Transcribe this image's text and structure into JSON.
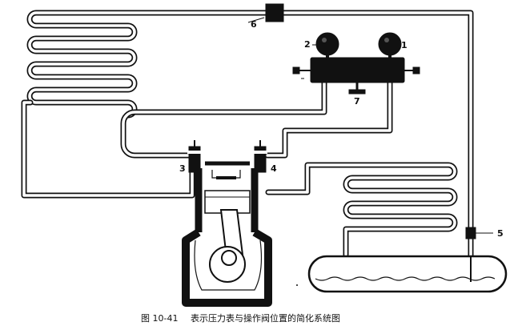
{
  "figure": {
    "caption_number": "图 10-41",
    "caption_text": "表示压力表与操作阀位置的简化系统图"
  },
  "labels": {
    "gauge_2": "2",
    "gauge_1": "1",
    "valve_3": "3",
    "valve_4": "4",
    "sight_5": "5",
    "drier_6": "6",
    "manifold_valve_7": "7"
  },
  "colors": {
    "line": "#111111",
    "background": "#ffffff"
  }
}
